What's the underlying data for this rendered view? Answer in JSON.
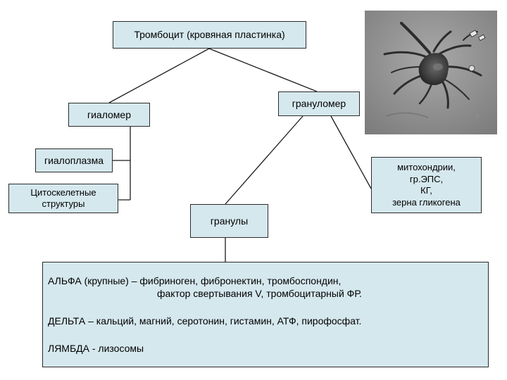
{
  "nodes": {
    "root": "Тромбоцит (кровяная пластинка)",
    "hyalomere": "гиаломер",
    "granulomere": "грануломер",
    "hyaloplasm": "гиалоплазма",
    "cytoskeleton": [
      "Цитоскелетные",
      "структуры"
    ],
    "organelles": [
      "митохондрии,",
      "гр.ЭПС,",
      "КГ,",
      "зерна гликогена"
    ],
    "granules": "гранулы"
  },
  "details": {
    "alpha_line1": "АЛЬФА (крупные) – фибриноген, фибронектин, тромбоспондин,",
    "alpha_line2": "фактор свертывания V, тромбоцитарный ФР.",
    "delta": "ДЕЛЬТА – кальций, магний, серотонин, гистамин, АТФ, пирофосфат.",
    "lambda": "ЛЯМБДА - лизосомы"
  },
  "photo": {
    "subject": "platelet-electron-micrograph",
    "background_color": "#9a9a9a",
    "cell_color": "#3a3a3a"
  },
  "colors": {
    "box_fill": "#d5e8ee",
    "box_border": "#2b2b2b",
    "line": "#1a1a1a"
  }
}
